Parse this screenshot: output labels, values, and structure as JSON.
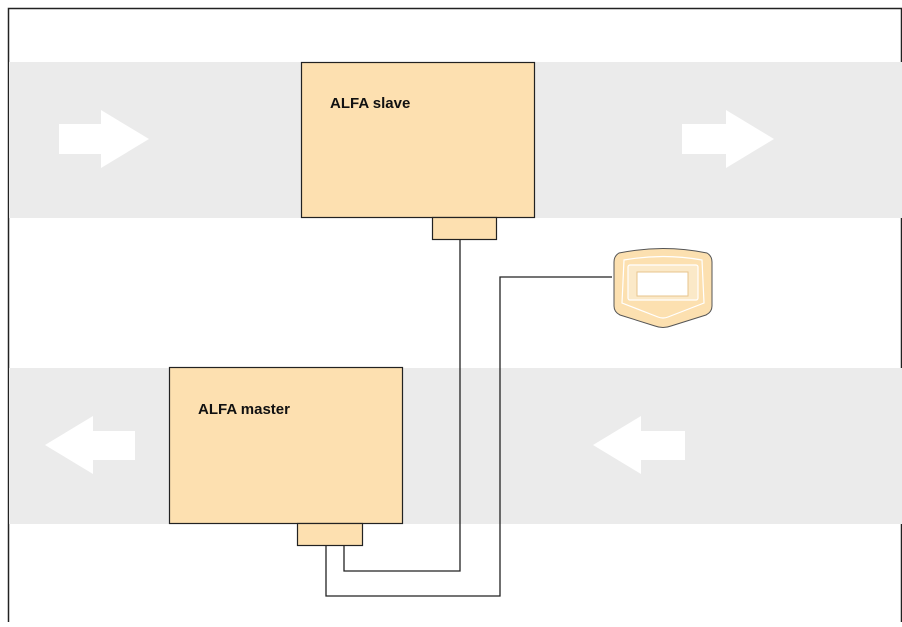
{
  "diagram": {
    "colors": {
      "lane": "#ebebeb",
      "unit_fill": "#fde0b0",
      "unit_stroke": "#222222",
      "arrow": "#ffffff",
      "wire": "#222222",
      "device_fill": "#fce0b0",
      "device_screen": "#ffffff",
      "frame": "#222222"
    },
    "lanes": [
      {
        "name": "upper-lane",
        "direction": "right"
      },
      {
        "name": "lower-lane",
        "direction": "left"
      }
    ],
    "units": [
      {
        "name": "alfa-slave",
        "label": "ALFA slave"
      },
      {
        "name": "alfa-master",
        "label": "ALFA master"
      }
    ],
    "device": {
      "name": "control-panel-device",
      "icon": "handheld-display-icon"
    }
  }
}
